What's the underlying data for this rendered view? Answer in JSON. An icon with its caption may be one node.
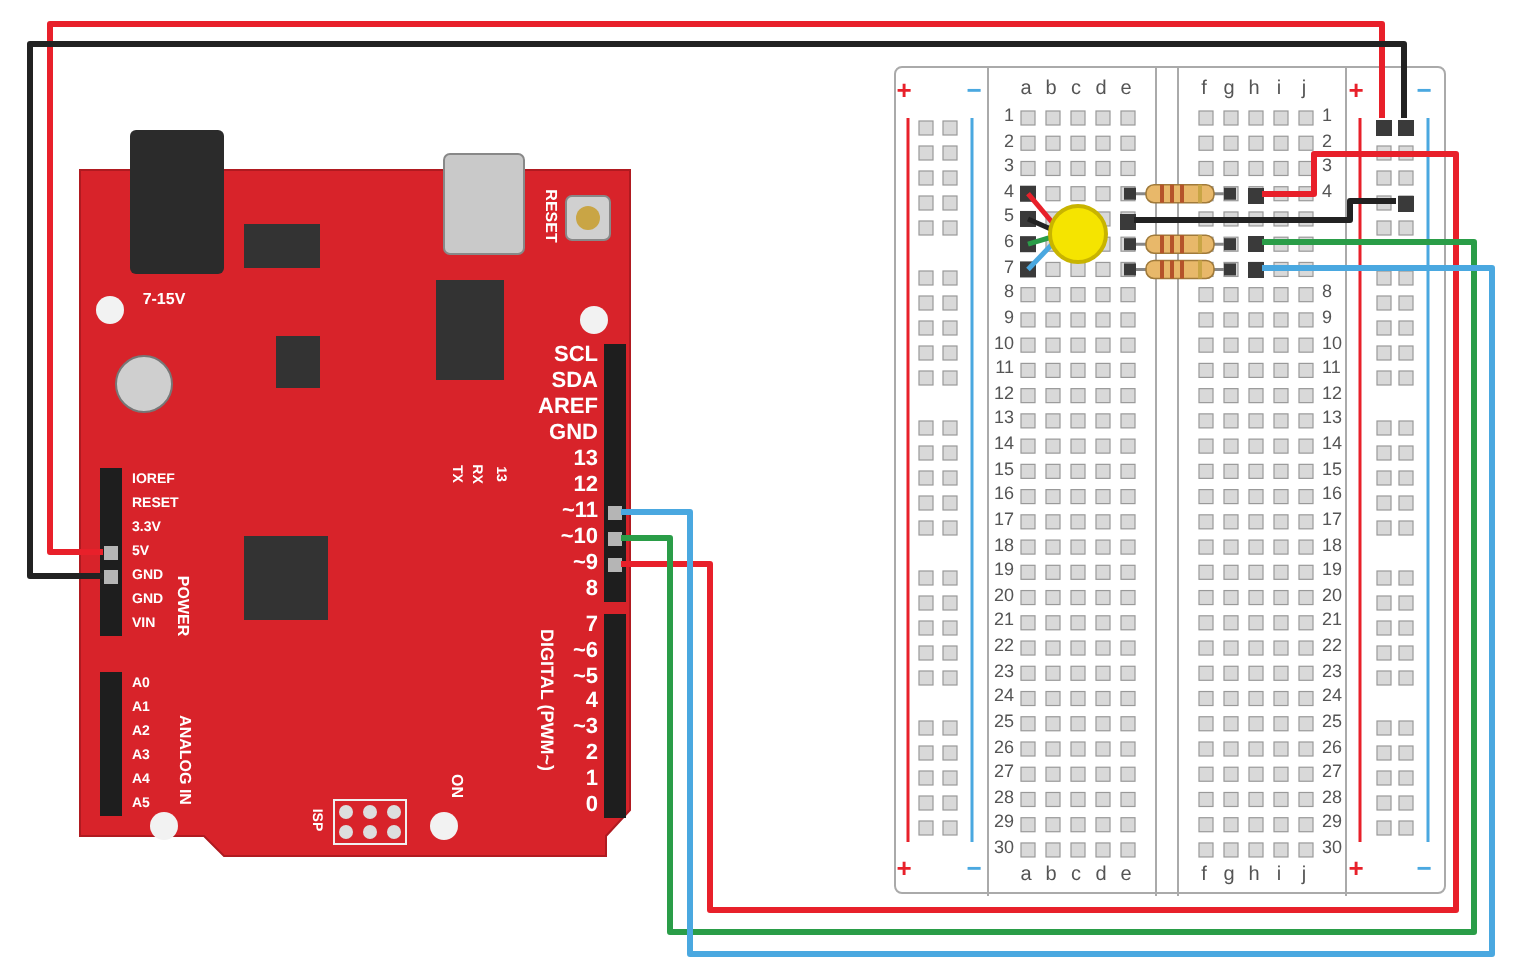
{
  "diagram": {
    "nodes": [
      {
        "text": [],
        "shape": "picture"
      },
      {
        "text": [],
        "shape": "box",
        "in": 0
      },
      {
        "text": [],
        "shape": "box",
        "in": 0
      },
      {
        "text": [],
        "shape": "box",
        "in": 0
      },
      {
        "text": [],
        "shape": "box",
        "in": 0
      },
      {
        "text": [],
        "shape": "box",
        "in": 0
      },
      {
        "text": [],
        "shape": "picture"
      },
      {
        "text": [],
        "shape": "box",
        "in": 6
      },
      {
        "text": [],
        "shape": "box",
        "in": 6
      },
      {
        "text": [],
        "shape": "box",
        "in": 6
      },
      {
        "text": [],
        "shape": "box",
        "in": 6
      },
      {
        "text": [],
        "shape": "box",
        "in": 6
      },
      {
        "text": [],
        "shape": "box",
        "in": 6
      },
      {
        "text": [],
        "shape": "box",
        "in": 6
      }
    ],
    "edges": [
      {
        "from": 1,
        "to": 7,
        "arrow": "none",
        "color": "#e8202a"
      },
      {
        "from": 2,
        "to": 8,
        "arrow": "none",
        "color": "#222222"
      },
      {
        "from": 10,
        "to": 9,
        "arrow": "none",
        "color": "#222222"
      },
      {
        "from": 5,
        "to": 11,
        "arrow": "none",
        "color": "#e8202a"
      },
      {
        "from": 4,
        "to": 12,
        "arrow": "none",
        "color": "#2a9d48"
      },
      {
        "from": 3,
        "to": 13,
        "arrow": "none",
        "color": "#4aa8e0"
      }
    ],
    "labels": [
      "7-15V",
      "RESET",
      "SCL",
      "SDA",
      "AREF",
      "GND",
      "13",
      "12",
      "~11",
      "~10",
      "~9",
      "8",
      "IOREF",
      "TX",
      "RX",
      "13",
      "RESET",
      "3.3V",
      "5V",
      "GND",
      "GND",
      "VIN",
      "POWER",
      "7",
      "~6",
      "~5",
      "4",
      "~3",
      "2",
      "1",
      "0",
      "DIGITAL (PWM~)",
      "A0",
      "A1",
      "A2",
      "A3",
      "A4",
      "A5",
      "ANALOG IN",
      "ISP",
      "ON",
      "+",
      "−",
      "a",
      "b",
      "c",
      "d",
      "e",
      "f",
      "g",
      "h",
      "i",
      "j",
      "+",
      "−",
      "1",
      "1",
      "2",
      "2",
      "3",
      "3",
      "4",
      "4",
      "5",
      "6",
      "7",
      "8",
      "8",
      "9",
      "9",
      "10",
      "10",
      "11",
      "11",
      "12",
      "12",
      "13",
      "13",
      "14",
      "14",
      "15",
      "15",
      "16",
      "16",
      "17",
      "17",
      "18",
      "18",
      "19",
      "19",
      "20",
      "20",
      "21",
      "21",
      "22",
      "22",
      "23",
      "23",
      "24",
      "24",
      "25",
      "25",
      "26",
      "26",
      "27",
      "27",
      "28",
      "28",
      "29",
      "29",
      "30",
      "30",
      "+",
      "−",
      "a",
      "b",
      "c",
      "d",
      "e",
      "f",
      "g",
      "h",
      "i",
      "j",
      "+",
      "−"
    ]
  }
}
